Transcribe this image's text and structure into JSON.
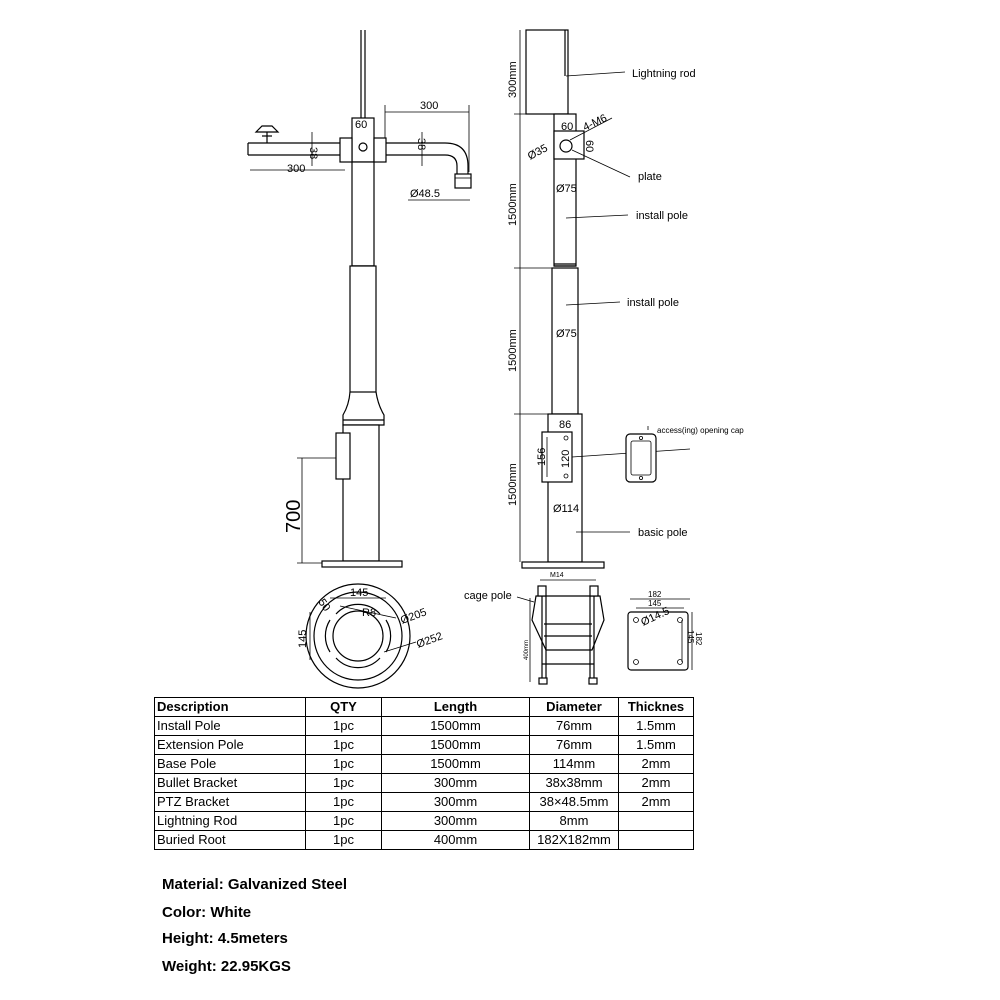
{
  "drawing": {
    "side_view": {
      "dim_bracket_left": "300",
      "dim_bracket_left_h": "38",
      "dim_plate": "60",
      "dim_plate_side": "60",
      "dim_arm_top": "300",
      "dim_arm_h": "38",
      "dim_arm_dia": "Ø48.5",
      "dim_base_height": "700"
    },
    "front_view": {
      "dim_rod": "300mm",
      "dim_section_1": "1500mm",
      "dim_section_2": "1500mm",
      "dim_section_3": "1500mm",
      "dim_plate_w": "60",
      "dim_plate_h": "60",
      "dim_bolts": "4-M6",
      "dim_hole": "Ø35",
      "dim_pole_1": "Ø75",
      "dim_pole_2": "Ø75",
      "dim_door_w": "86",
      "dim_door_h": "156",
      "dim_door_inner": "120",
      "dim_base_dia": "Ø114",
      "label_lightning_rod": "Lightning rod",
      "label_plate": "plate",
      "label_install_pole_1": "install pole",
      "label_install_pole_2": "install pole",
      "label_access_cap": "access(ing) opening cap",
      "label_basic_pole": "basic pole"
    },
    "base_plate_view": {
      "dim_145_top": "145",
      "dim_50": "50",
      "dim_r8": "R8",
      "dim_205": "Ø205",
      "dim_145_side": "145",
      "dim_252": "Ø252"
    },
    "cage_view": {
      "label_cage_pole": "cage pole",
      "dim_m14": "M14",
      "dim_height": "400mm"
    },
    "root_plate_view": {
      "dim_182": "182",
      "dim_145": "145",
      "dim_hole": "Ø14.5",
      "dim_side_145": "145",
      "dim_side_182": "182"
    }
  },
  "table": {
    "headers": [
      "Description",
      "QTY",
      "Length",
      "Diameter",
      "Thicknes"
    ],
    "rows": [
      [
        "Install Pole",
        "1pc",
        "1500mm",
        "76mm",
        "1.5mm"
      ],
      [
        "Extension Pole",
        "1pc",
        "1500mm",
        "76mm",
        "1.5mm"
      ],
      [
        "Base Pole",
        "1pc",
        "1500mm",
        "114mm",
        "2mm"
      ],
      [
        "Bullet Bracket",
        "1pc",
        "300mm",
        "38x38mm",
        "2mm"
      ],
      [
        "PTZ Bracket",
        "1pc",
        "300mm",
        "38×48.5mm",
        "2mm"
      ],
      [
        "Lightning Rod",
        "1pc",
        "300mm",
        "8mm",
        ""
      ],
      [
        "Buried Root",
        "1pc",
        "400mm",
        "182X182mm",
        ""
      ]
    ]
  },
  "facts": {
    "material": "Material:  Galvanized Steel",
    "color": "Color:  White",
    "height": "Height:  4.5meters",
    "weight": "Weight:  22.95KGS"
  }
}
